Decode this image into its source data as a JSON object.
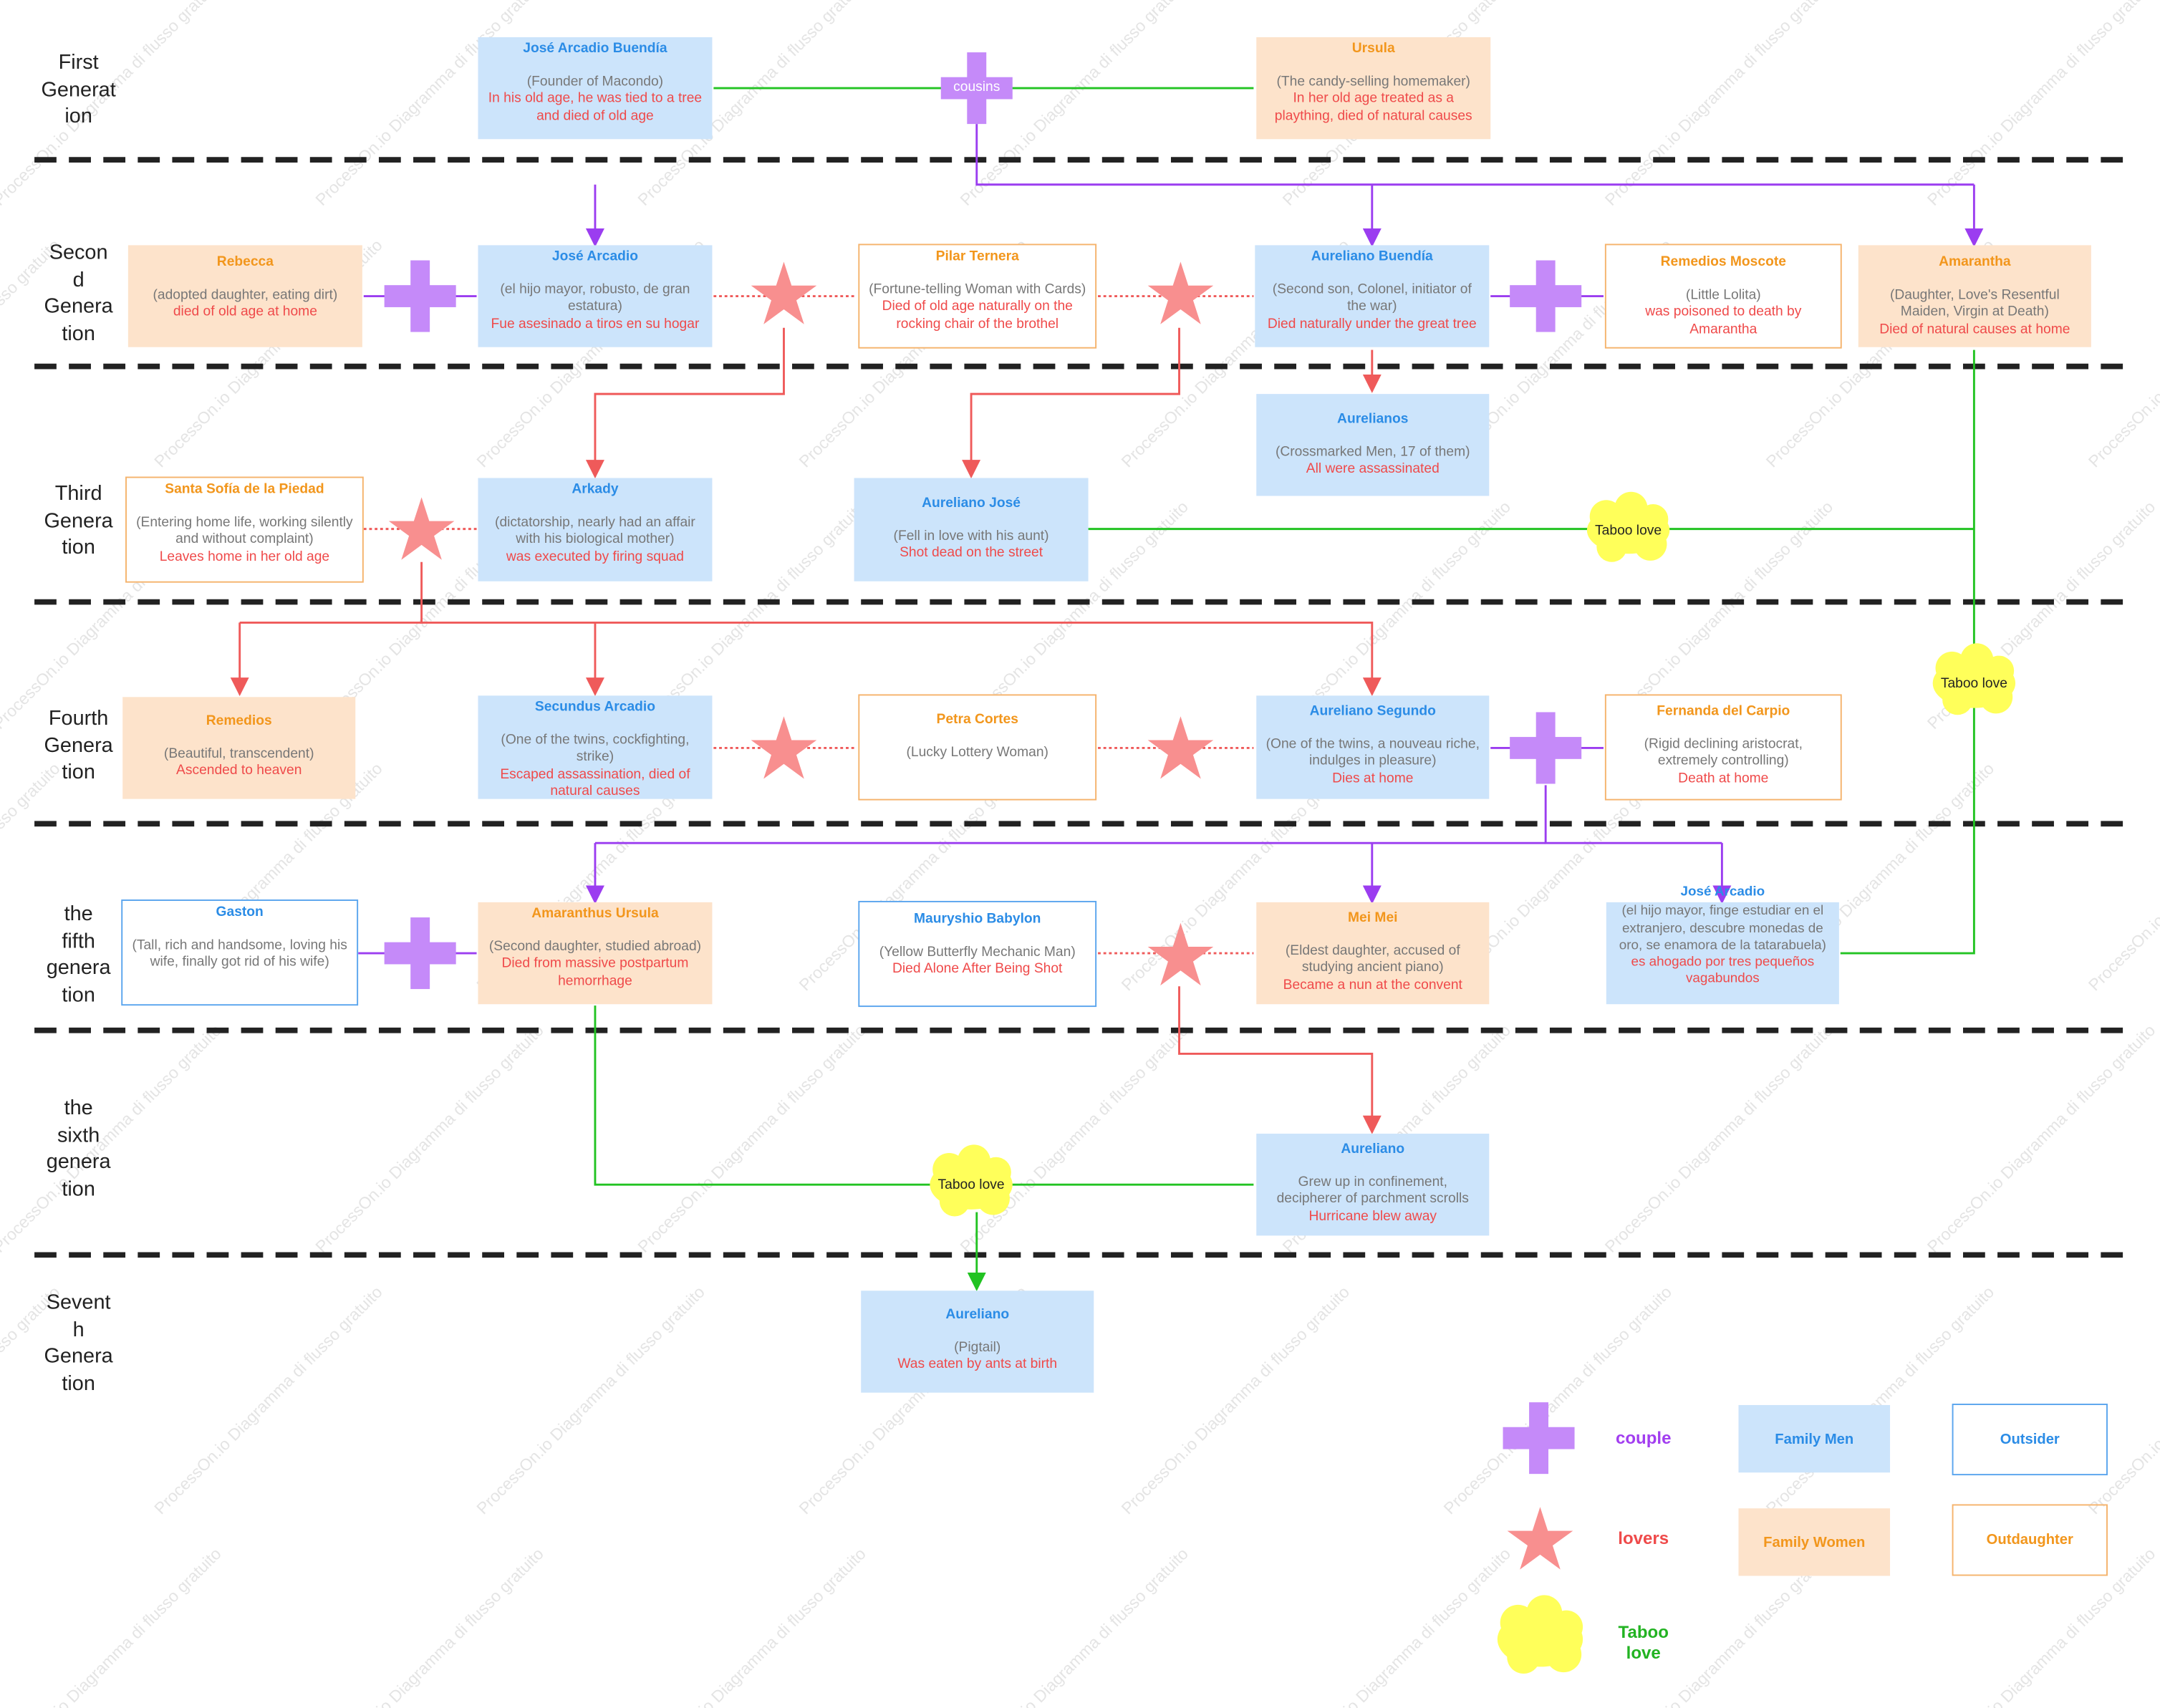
{
  "generations": [
    "First\nGenerat\nion",
    "Secon\nd\nGenera\ntion",
    "Third\nGenera\ntion",
    "Fourth\nGenera\ntion",
    "the\nfifth\ngenera\ntion",
    "the\nsixth\ngenera\ntion",
    "Sevent\nh\nGenera\ntion"
  ],
  "people": {
    "jose_arcadio_buendia": {
      "name": "José Arcadio Buendía",
      "desc": "(Founder of Macondo)",
      "fate": "In his old age, he was tied to a tree and died of old age"
    },
    "ursula": {
      "name": "Ursula",
      "desc": "(The candy-selling homemaker)",
      "fate": "In her old age treated as a plaything, died of natural causes"
    },
    "rebecca": {
      "name": "Rebecca",
      "desc": "(adopted daughter, eating dirt)",
      "fate": "died of old age at home"
    },
    "jose_arcadio_2": {
      "name": "José Arcadio",
      "desc": "(el hijo mayor, robusto, de gran estatura)",
      "fate": "Fue asesinado a tiros en su hogar"
    },
    "pilar_ternera": {
      "name": "Pilar Ternera",
      "desc": "(Fortune-telling Woman with Cards)",
      "fate": "Died of old age naturally on the rocking chair of the brothel"
    },
    "aureliano_buendia": {
      "name": "Aureliano Buendía",
      "desc": "(Second son, Colonel, initiator of the war)",
      "fate": "Died naturally under the great tree"
    },
    "remedios_moscote": {
      "name": "Remedios Moscote",
      "desc": "(Little Lolita)",
      "fate": "was poisoned to death by Amarantha"
    },
    "amarantha": {
      "name": "Amarantha",
      "desc": "(Daughter, Love's Resentful Maiden, Virgin at Death)",
      "fate": "Died of natural causes at home"
    },
    "aurelianos": {
      "name": "Aurelianos",
      "desc": "(Crossmarked Men, 17 of them)",
      "fate": "All were assassinated"
    },
    "santa_sofia": {
      "name": "Santa Sofía de la Piedad",
      "desc": "(Entering home life, working silently and without complaint)",
      "fate": "Leaves home in her old age"
    },
    "arkady": {
      "name": "Arkady",
      "desc": "(dictatorship, nearly had an affair with his biological mother)",
      "fate": "was executed by firing squad"
    },
    "aureliano_jose": {
      "name": "Aureliano José",
      "desc": "(Fell in love with his aunt)",
      "fate": "Shot dead on the street"
    },
    "remedios": {
      "name": "Remedios",
      "desc": "(Beautiful, transcendent)",
      "fate": "Ascended to heaven"
    },
    "secundus_arcadio": {
      "name": "Secundus Arcadio",
      "desc": "(One of the twins, cockfighting, strike)",
      "fate": "Escaped assassination, died of natural causes"
    },
    "petra_cortes": {
      "name": "Petra Cortes",
      "desc": "(Lucky Lottery Woman)",
      "fate": ""
    },
    "aureliano_segundo": {
      "name": "Aureliano Segundo",
      "desc": "(One of the twins, a nouveau riche, indulges in pleasure)",
      "fate": "Dies at home"
    },
    "fernanda": {
      "name": "Fernanda del Carpio",
      "desc": "(Rigid declining aristocrat, extremely controlling)",
      "fate": "Death at home"
    },
    "gaston": {
      "name": "Gaston",
      "desc": "(Tall, rich and handsome, loving his wife, finally got rid of his wife)",
      "fate": ""
    },
    "amaranthus_ursula": {
      "name": "Amaranthus Ursula",
      "desc": "(Second daughter, studied abroad)",
      "fate": "Died from massive postpartum hemorrhage"
    },
    "mauryshio": {
      "name": "Mauryshio Babylon",
      "desc": "(Yellow Butterfly Mechanic Man)",
      "fate": "Died Alone After Being Shot"
    },
    "mei_mei": {
      "name": "Mei Mei",
      "desc": "(Eldest daughter, accused of studying ancient piano)",
      "fate": "Became a nun at the convent"
    },
    "jose_arcadio_5": {
      "name": "José Arcadio",
      "desc": "(el hijo mayor, finge estudiar en el extranjero, descubre monedas de oro, se enamora de la tatarabuela)",
      "fate": "es ahogado por tres pequeños vagabundos"
    },
    "aureliano_6": {
      "name": "Aureliano",
      "desc": "Grew up in confinement, decipherer of parchment scrolls",
      "fate": "Hurricane blew away"
    },
    "aureliano_7": {
      "name": "Aureliano",
      "desc": "(Pigtail)",
      "fate": "Was eaten by ants at birth"
    }
  },
  "relation_labels": {
    "cousins": "cousins",
    "taboo": "Taboo love"
  },
  "legend": {
    "couple": "couple",
    "lovers": "lovers",
    "taboo": "Taboo\nlove",
    "family_men": "Family Men",
    "family_women": "Family Women",
    "outsider": "Outsider",
    "outdaughter": "Outdaughter"
  },
  "watermark": "ProcessOn.io Diagramma di flusso gratuito",
  "colors": {
    "couple": "#c58af9",
    "couple_line": "#9b3df0",
    "lovers": "#f88f8f",
    "lovers_line": "#ef5a5a",
    "taboo": "#ffff5a",
    "taboo_line": "#22c322",
    "family_men": "#cce4fb",
    "family_women": "#fde3cb",
    "outsider": "#5aa5ee",
    "outdaughter": "#f5b36c"
  }
}
